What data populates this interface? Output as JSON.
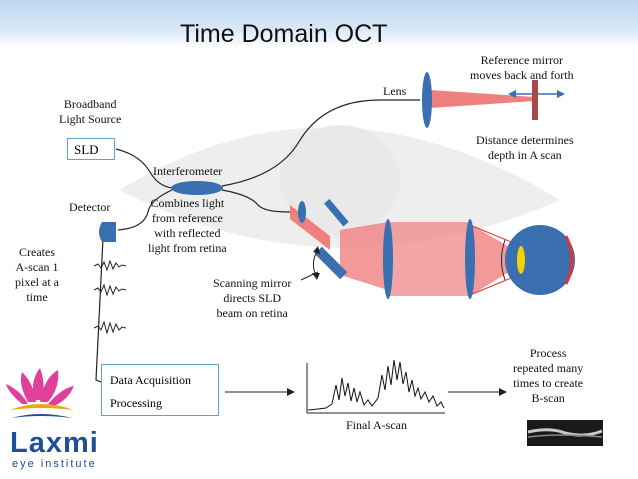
{
  "title": "Time Domain OCT",
  "labels": {
    "broadband": [
      "Broadband",
      "Light Source"
    ],
    "sld": "SLD",
    "interferometer": "Interferometer",
    "lens": "Lens",
    "reference_mirror": [
      "Reference mirror",
      "moves back and forth"
    ],
    "distance": [
      "Distance determines",
      "depth in  A scan"
    ],
    "detector": "Detector",
    "combines": [
      "Combines light",
      "from reference",
      "with reflected",
      "light from retina"
    ],
    "creates": [
      "Creates",
      "A-scan  1",
      "pixel at a",
      "time"
    ],
    "scanning": [
      "Scanning mirror",
      "directs SLD",
      "beam on retina"
    ],
    "data_acquisition": "Data Acquisition",
    "processing": "Processing",
    "final_ascan": "Final A-scan",
    "process_repeated": [
      "Process",
      "repeated many",
      "times to create",
      "B-scan"
    ]
  },
  "logo": {
    "name": "Laxmi",
    "subtitle": "eye institute"
  },
  "colors": {
    "beam": "#f08080",
    "beam_core": "#e83030",
    "lens": "#3a6fb0",
    "box_border": "#5da4d6",
    "logo_blue": "#1f4f97",
    "logo_pink": "#e0409a",
    "logo_gold": "#e9a71c"
  }
}
